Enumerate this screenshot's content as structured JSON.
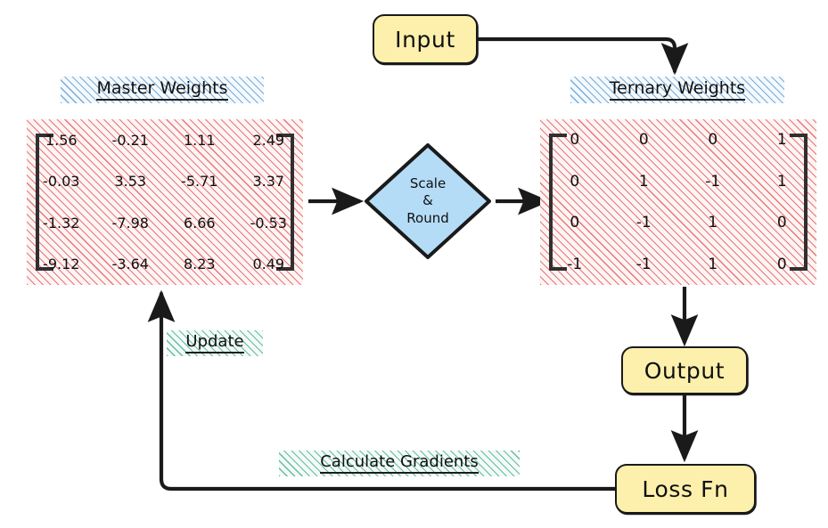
{
  "diagram": {
    "title": "Ternary weight quantization training loop",
    "colors": {
      "node_fill": "#fcf0ac",
      "diamond_fill": "#b4dcf7",
      "stroke": "#1a1a1a",
      "matrix_hatch": "#e45a5a",
      "title_hatch": "#5091cd",
      "label_hatch": "#3caa8c"
    }
  },
  "nodes": {
    "input": {
      "label": "Input"
    },
    "scale_round": {
      "line1": "Scale",
      "line2": "&",
      "line3": "Round"
    },
    "output": {
      "label": "Output"
    },
    "loss_fn": {
      "label": "Loss Fn"
    }
  },
  "titles": {
    "master_weights": "Master Weights",
    "ternary_weights": "Ternary Weights"
  },
  "matrices": {
    "master_weights": {
      "rows": [
        [
          "1.56",
          "-0.21",
          "1.11",
          "2.49"
        ],
        [
          "-0.03",
          "3.53",
          "-5.71",
          "3.37"
        ],
        [
          "-1.32",
          "-7.98",
          "6.66",
          "-0.53"
        ],
        [
          "-9.12",
          "-3.64",
          "8.23",
          "0.49"
        ]
      ]
    },
    "ternary_weights": {
      "rows": [
        [
          "0",
          "0",
          "0",
          "1"
        ],
        [
          "0",
          "1",
          "-1",
          "1"
        ],
        [
          "0",
          "-1",
          "1",
          "0"
        ],
        [
          "-1",
          "-1",
          "1",
          "0"
        ]
      ]
    }
  },
  "edge_labels": {
    "update": "Update",
    "calculate_gradients": "Calculate Gradients"
  }
}
